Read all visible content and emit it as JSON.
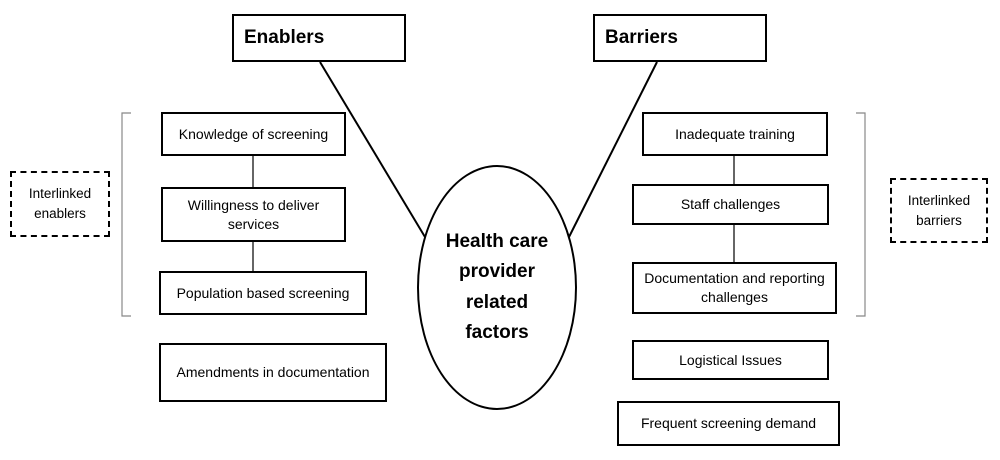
{
  "headers": {
    "enablers": "Enablers",
    "barriers": "Barriers"
  },
  "center": "Health care provider related factors",
  "enablers": {
    "knowledge": "Knowledge of screening",
    "willingness": "Willingness to deliver services",
    "population": "Population based screening",
    "amendments": "Amendments in documentation"
  },
  "barriers": {
    "training": "Inadequate training",
    "staff": "Staff challenges",
    "documentation": "Documentation and reporting challenges",
    "logistical": "Logistical Issues",
    "frequent": "Frequent screening demand"
  },
  "groups": {
    "enablers": "Interlinked enablers",
    "barriers": "Interlinked barriers"
  }
}
